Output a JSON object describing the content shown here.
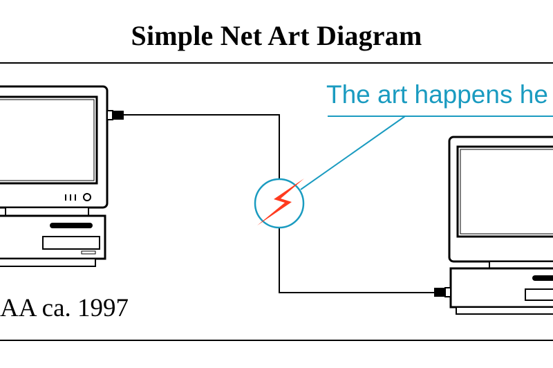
{
  "title": "Simple Net Art Diagram",
  "annotation": "The art happens he",
  "credit": "AA ca. 1997",
  "colors": {
    "annotation": "#1a9bc0",
    "bolt": "#ff3b1f",
    "line": "#000000"
  },
  "icons": [
    "computer-left-icon",
    "computer-right-icon",
    "lightning-bolt-icon"
  ]
}
